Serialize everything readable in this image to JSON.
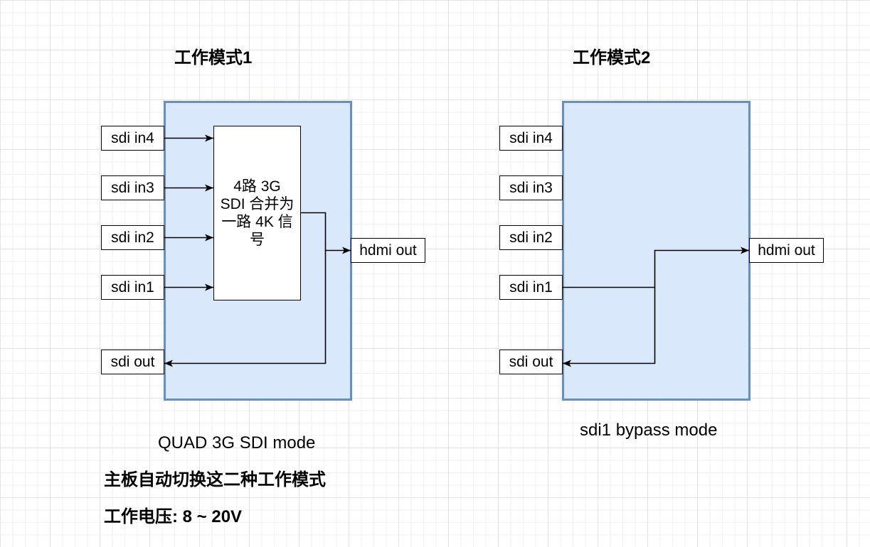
{
  "modes": [
    {
      "title": "工作模式1",
      "caption": "QUAD 3G SDI mode",
      "inputs": [
        "sdi in4",
        "sdi in3",
        "sdi in2",
        "sdi in1"
      ],
      "sdi_out": "sdi out",
      "hdmi_out": "hdmi out",
      "processor_lines": [
        "4路 3G",
        "SDI 合并为",
        "一路 4K 信",
        "号"
      ]
    },
    {
      "title": "工作模式2",
      "caption": "sdi1 bypass mode",
      "inputs": [
        "sdi in4",
        "sdi in3",
        "sdi in2",
        "sdi in1"
      ],
      "sdi_out": "sdi out",
      "hdmi_out": "hdmi out"
    }
  ],
  "notes": {
    "auto_switch": "主板自动切换这二种工作模式",
    "voltage": "工作电压: 8 ~ 20V"
  },
  "colors": {
    "board_fill": "#dae8fc",
    "board_stroke": "#6c8ebf",
    "box_fill": "#ffffff",
    "line": "#000000"
  }
}
